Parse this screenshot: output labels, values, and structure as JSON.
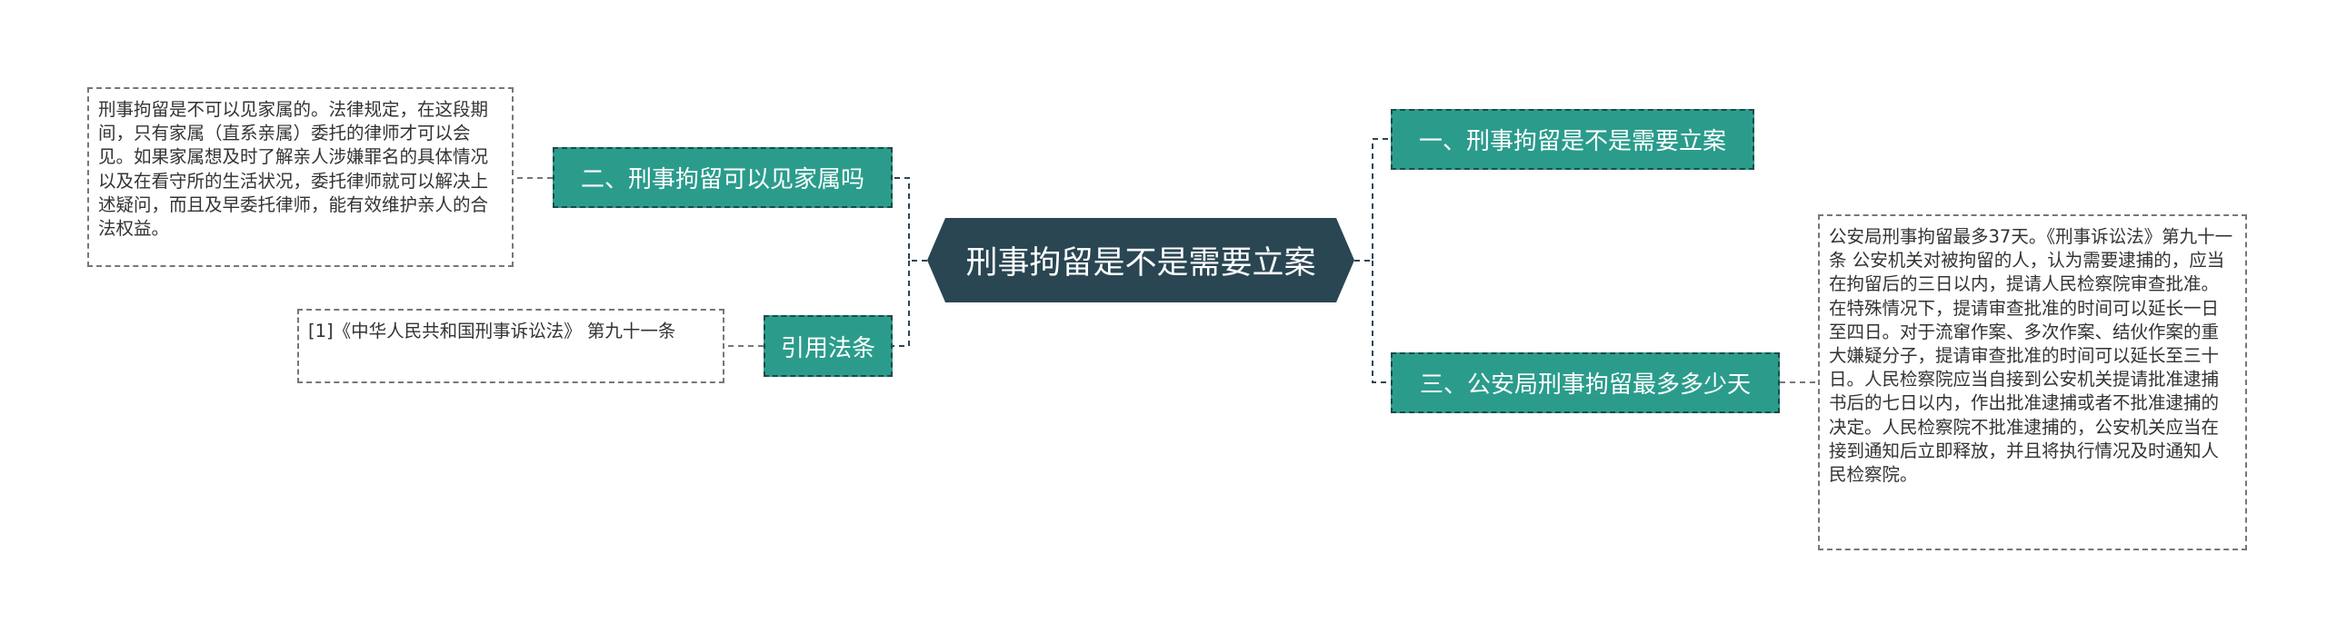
{
  "mindmap": {
    "root": {
      "label": "刑事拘留是不是需要立案"
    },
    "branches": {
      "b1": {
        "label": "一、刑事拘留是不是需要立案"
      },
      "b2": {
        "label": "二、刑事拘留可以见家属吗",
        "detail": "刑事拘留是不可以见家属的。法律规定，在这段期间，只有家属（直系亲属）委托的律师才可以会见。如果家属想及时了解亲人涉嫌罪名的具体情况以及在看守所的生活状况，委托律师就可以解决上述疑问，而且及早委托律师，能有效维护亲人的合法权益。"
      },
      "b3": {
        "label": "三、公安局刑事拘留最多多少天",
        "detail": "公安局刑事拘留最多37天。《刑事诉讼法》第九十一条 公安机关对被拘留的人，认为需要逮捕的，应当在拘留后的三日以内，提请人民检察院审查批准。在特殊情况下，提请审查批准的时间可以延长一日至四日。对于流窜作案、多次作案、结伙作案的重大嫌疑分子，提请审查批准的时间可以延长至三十日。人民检察院应当自接到公安机关提请批准逮捕书后的七日以内，作出批准逮捕或者不批准逮捕的决定。人民检察院不批准逮捕的，公安机关应当在接到通知后立即释放，并且将执行情况及时通知人民检察院。"
      },
      "b4": {
        "label": "引用法条",
        "detail": "[1]《中华人民共和国刑事诉讼法》 第九十一条"
      }
    }
  },
  "colors": {
    "root_bg": "#2a4653",
    "branch_bg": "#2b9c8c",
    "branch_border": "#1e4a48",
    "leaf_border": "#777777",
    "connector": "#2a4653",
    "text_dark": "#333333"
  }
}
